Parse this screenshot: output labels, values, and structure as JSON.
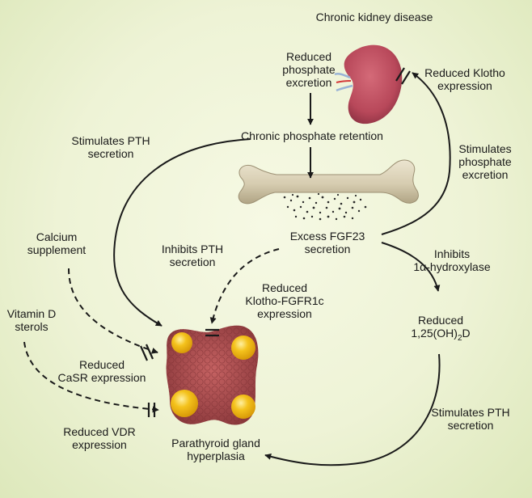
{
  "title": "Chronic kidney disease",
  "labels": {
    "reduced_phosphate_excretion": "Reduced\nphosphate\nexcretion",
    "reduced_klotho_expression": "Reduced Klotho\nexpression",
    "chronic_phosphate_retention": "Chronic phosphate retention",
    "stimulates_pth_secretion_top": "Stimulates PTH\nsecretion",
    "stimulates_phosphate_excretion": "Stimulates\nphosphate\nexcretion",
    "calcium_supplement": "Calcium\nsupplement",
    "inhibits_pth_secretion": "Inhibits PTH\nsecretion",
    "excess_fgf23_secretion": "Excess FGF23\nsecretion",
    "inhibits_1a_hydroxylase": "Inhibits\n1α-hydroxylase",
    "reduced_klotho_fgfr1c_expression": "Reduced\nKlotho-FGFR1c\nexpression",
    "vitamin_d_sterols": "Vitamin D\nsterols",
    "reduced_125oh2d_line1": "Reduced",
    "reduced_125oh2d_base": "1,25(OH)",
    "reduced_125oh2d_sub": "2",
    "reduced_125oh2d_tail": "D",
    "reduced_casr_expression": "Reduced\nCaSR expression",
    "stimulates_pth_secretion_bottom": "Stimulates PTH\nsecretion",
    "reduced_vdr_expression": "Reduced VDR\nexpression",
    "parathyroid_gland_hyperplasia": "Parathyroid gland\nhyperplasia"
  },
  "colors": {
    "kidney": "#b8485a",
    "bone": "#d6ccb0",
    "gland": "#a84a4c",
    "nodule": "#f4c21c",
    "arrow": "#1a1a1a"
  }
}
